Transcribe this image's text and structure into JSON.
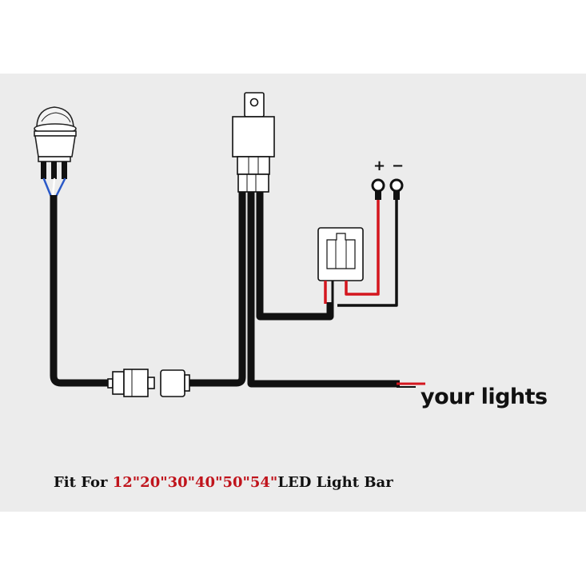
{
  "label_lights": "your lights",
  "caption": {
    "prefix": "Fit For ",
    "sizes": "12\"20\"30\"40\"50\"54\"",
    "suffix": "LED Light Bar"
  },
  "terminals": {
    "positive": "+",
    "negative": "−"
  },
  "colors": {
    "wire": "#111111",
    "positive_wire": "#d4161e",
    "panel": "#ececec",
    "accent": "#c0141c"
  }
}
